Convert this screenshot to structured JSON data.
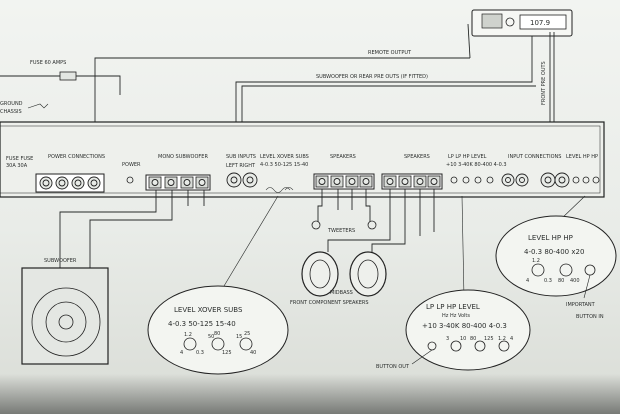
{
  "labels": {
    "fuse": "FUSE 60 AMPS",
    "ground": "GROUND",
    "chassis": "CHASSIS",
    "remote_output": "REMOTE OUTPUT",
    "sub_rear_preouts": "SUBWOOFER OR REAR PRE OUTS (IF FITTED)",
    "front_pre_outs": "FRONT PRE OUTS",
    "radio_display": "107.9",
    "fuse_fuse": "FUSE FUSE",
    "fuse_values": "30A 30A",
    "power_connections": "POWER CONNECTIONS",
    "power": "POWER",
    "mono_subwoofer": "MONO SUBWOOFER",
    "sub_inputs": "SUB INPUTS",
    "sub_in_lr": "LEFT  RIGHT",
    "level_xover_subs_top": "LEVEL XOVER SUBS",
    "level_ranges_top": "4-0.3 50-125 15-40",
    "speakers_1": "SPEAKERS",
    "speakers_2": "SPEAKERS",
    "tweeters": "TWEETERS",
    "midbass": "MIDBASS",
    "front_component_speakers": "FRONT COMPONENT SPEAKERS",
    "input_connections": "INPUT CONNECTIONS",
    "lp_lp_hp_level_top": "LP   LP   HP  LEVEL",
    "lp_values_top": "+10 3-40K 80-400 4-0.3",
    "level_hp_hp_top": "LEVEL  HP  HP",
    "subwoofer": "SUBWOOFER",
    "important": "IMPORTANT",
    "button_in": "BUTTON IN",
    "button_out": "BUTTON OUT"
  },
  "callout_sub": {
    "title": "LEVEL  XOVER  SUBS",
    "values": "4-0.3  50-125  15-40",
    "knob1_marks": [
      "1.2",
      "0.3",
      "4"
    ],
    "knob2_marks": [
      "50",
      "80",
      "125"
    ],
    "knob3_marks": [
      "15",
      "25",
      "40"
    ]
  },
  "callout_front": {
    "title": "LP     LP      HP    LEVEL",
    "units": "Hz       Hz    Volts",
    "values": "+10  3-40K 80-400  4-0.3",
    "knob_marks": [
      "3",
      "10",
      "80",
      "125",
      "1.2",
      "4"
    ]
  },
  "callout_rear": {
    "title": "LEVEL   HP   HP",
    "values": "4-0.3 80-400  x20",
    "knob_marks": [
      "1.2",
      "4",
      "0.3",
      "80",
      "400"
    ]
  }
}
